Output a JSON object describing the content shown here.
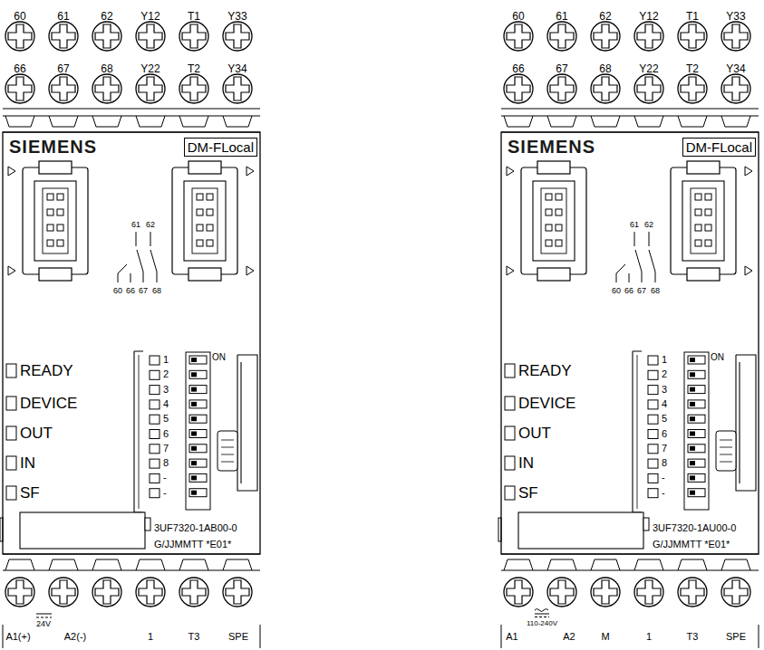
{
  "diagram": {
    "nodes": [
      {
        "text": [
          "SIEMENS"
        ]
      },
      {
        "text": [
          "DM-FLocal"
        ],
        "in": 0
      },
      {
        "text": [
          "SIEMENS"
        ]
      },
      {
        "text": [
          "DM-FLocal"
        ],
        "in": 2
      }
    ],
    "labels": [
      "60",
      "61",
      "62",
      "Y12",
      "T1",
      "Y33",
      "66",
      "67",
      "68",
      "Y22",
      "T2",
      "Y34",
      "61",
      "62",
      "60",
      "66",
      "67",
      "68",
      "READY",
      "DEVICE",
      "OUT",
      "IN",
      "SF",
      "1",
      "2",
      "3",
      "4",
      "5",
      "6",
      "7",
      "8",
      "-",
      "-",
      "ON",
      "3UF7320-1AB00-0",
      "G/JJMMTT *E01*",
      "A1(+)",
      "24V",
      "A2(-)",
      "1",
      "T3",
      "SPE",
      "60",
      "61",
      "62",
      "Y12",
      "T1",
      "Y33",
      "66",
      "67",
      "68",
      "Y22",
      "T2",
      "Y34",
      "61",
      "62",
      "60",
      "66",
      "67",
      "68",
      "READY",
      "DEVICE",
      "OUT",
      "IN",
      "SF",
      "1",
      "2",
      "3",
      "4",
      "5",
      "6",
      "7",
      "8",
      "-",
      "-",
      "ON",
      "3UF7320-1AU00-0",
      "G/JJMMTT *E01*",
      "A1",
      "110-240V",
      "A2",
      "M",
      "1",
      "T3",
      "SPE"
    ]
  }
}
